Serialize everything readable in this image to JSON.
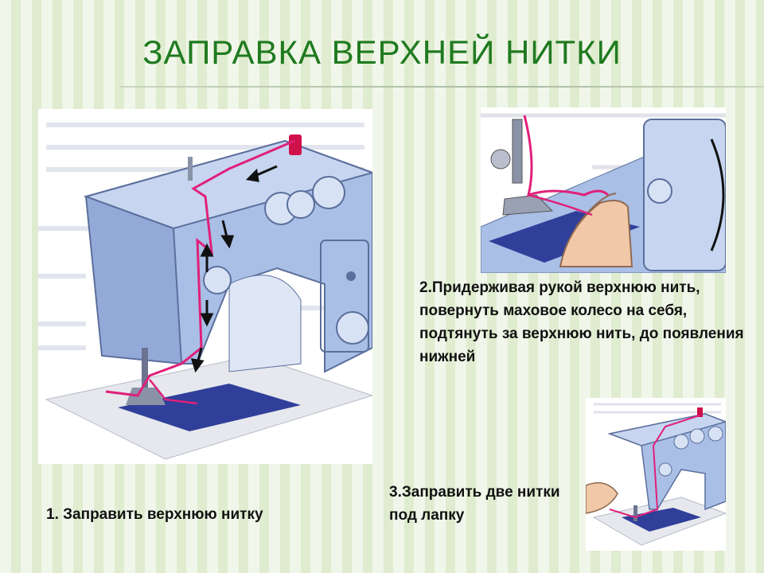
{
  "slide": {
    "title": "ЗАПРАВКА ВЕРХНЕЙ НИТКИ",
    "step1_caption": "1. Заправить верхнюю нитку",
    "step2_caption": "2.Придерживая рукой верхнюю нить, повернуть маховое колесо на себя, подтянуть за верхнюю нить, до появления нижней",
    "step3_caption": "3.Заправить две нитки под лапку"
  },
  "colors": {
    "title": "#1f7a1f",
    "machine_body": "#a9bfe6",
    "machine_shadow": "#7f98c9",
    "thread": "#e0207a",
    "needle_plate": "#2f3f9a"
  },
  "icons": {
    "main_illustration": "sewing-machine-threading-illustration",
    "step2_illustration": "hand-holding-thread-illustration",
    "step3_illustration": "sewing-machine-small-illustration"
  }
}
